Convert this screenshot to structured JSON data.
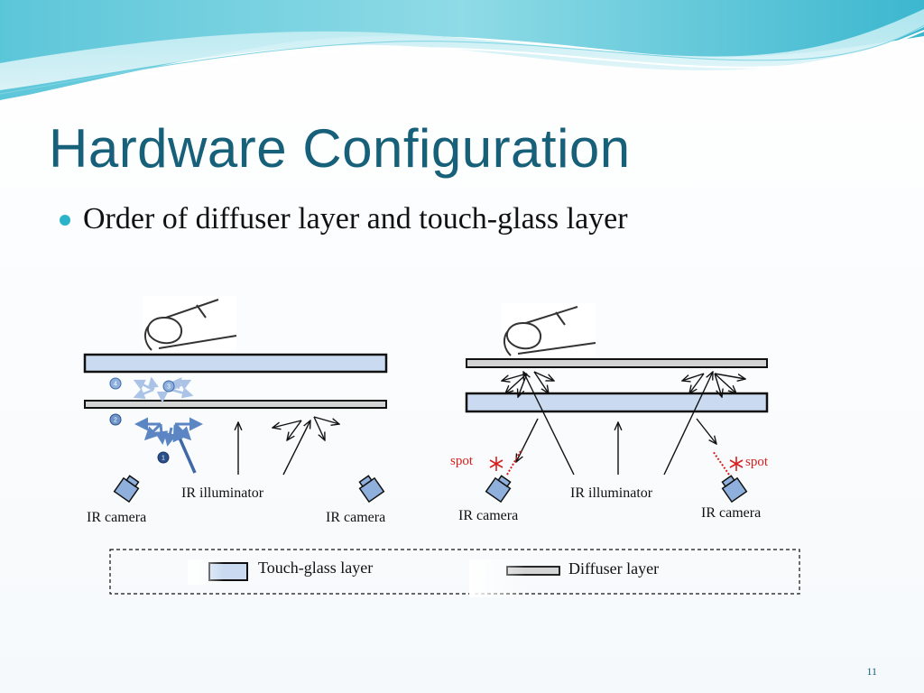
{
  "slide": {
    "title": "Hardware Configuration",
    "bullet": "Order of diffuser layer and touch-glass layer",
    "page_number": "11"
  },
  "diagram_left": {
    "illuminator_label": "IR illuminator",
    "camera_left_label": "IR camera",
    "camera_right_label": "IR camera",
    "markers": [
      "4",
      "3",
      "2",
      "1"
    ]
  },
  "diagram_right": {
    "illuminator_label": "IR illuminator",
    "camera_left_label": "IR camera",
    "camera_right_label": "IR camera",
    "spot_left_label": "spot",
    "spot_right_label": "spot"
  },
  "legend": {
    "touch_glass_label": "Touch-glass layer",
    "diffuser_label": "Diffuser layer"
  },
  "colors": {
    "title": "#17607a",
    "touch_glass_fill": "#c9daf1",
    "diffuser_fill": "#d4d4d4",
    "spot_red": "#d81e1e",
    "arrow_blue": "#5b86c3"
  },
  "icons": {
    "finger": "finger-icon",
    "camera": "ir-camera-icon"
  }
}
